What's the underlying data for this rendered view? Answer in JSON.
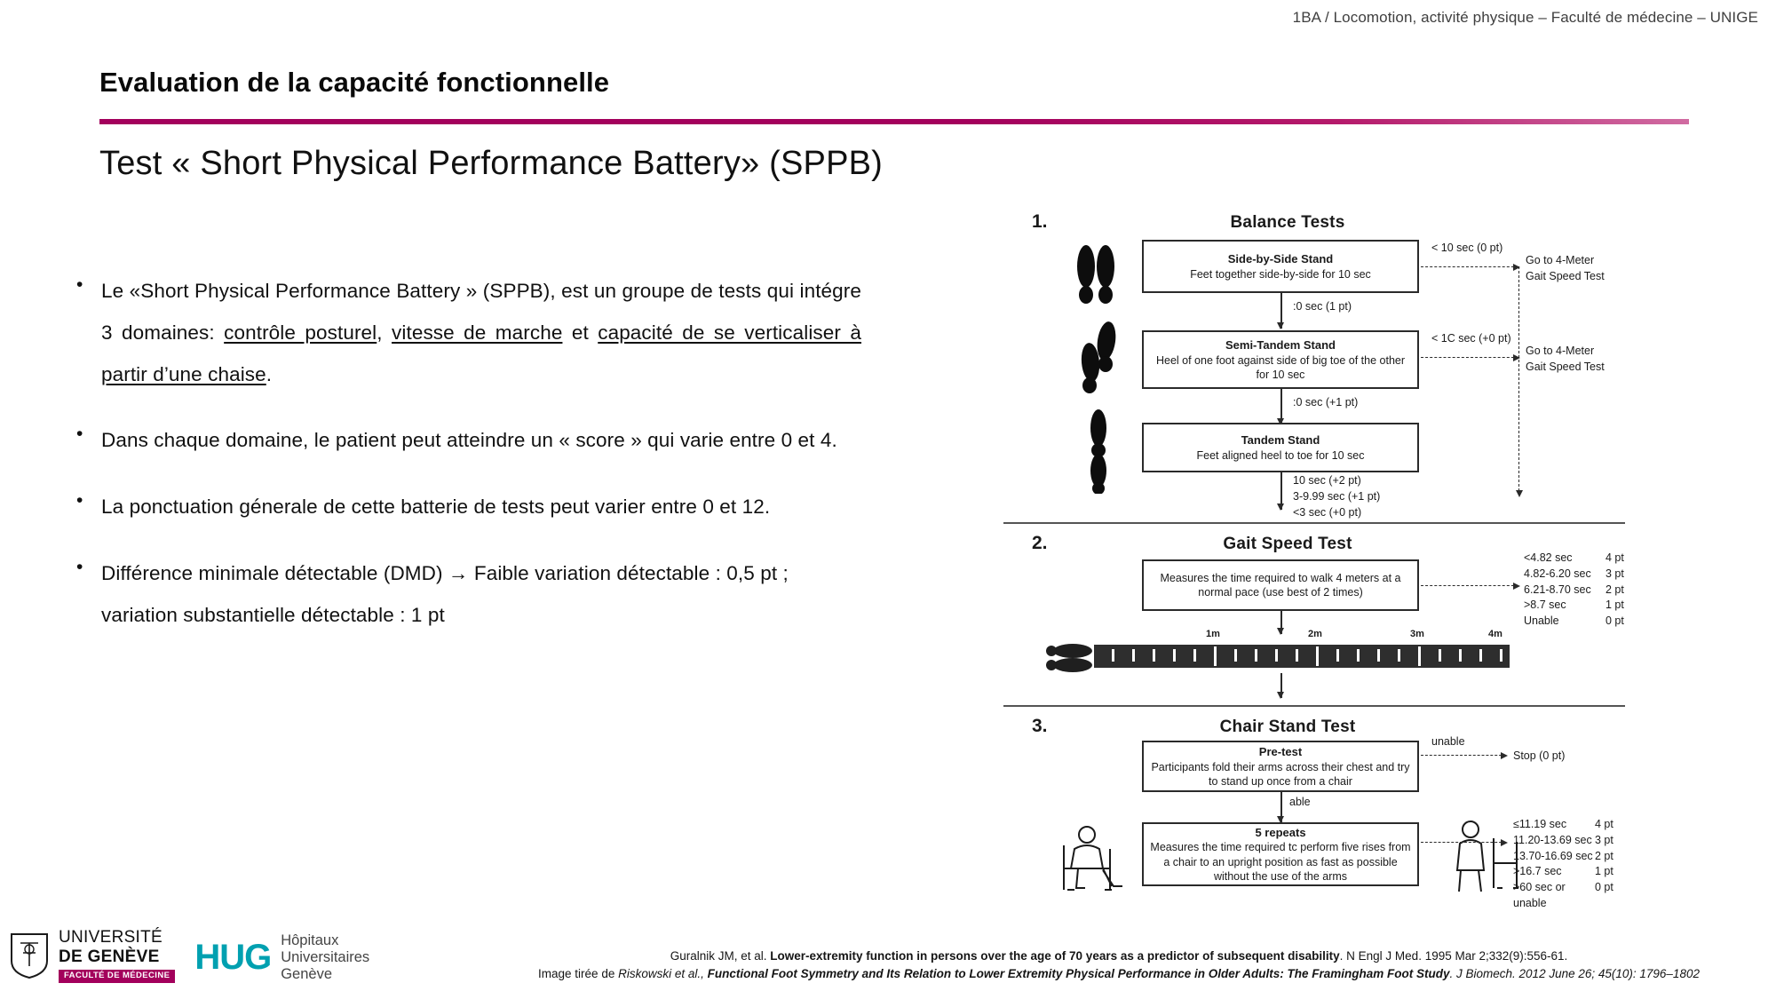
{
  "header": {
    "course_line": "1BA / Locomotion, activité physique – Faculté de médecine – UNIGE"
  },
  "title": "Evaluation de la capacité fonctionnelle",
  "subtitle": "Test « Short Physical Performance Battery» (SPPB)",
  "accent_color": "#a3005c",
  "bullets": [
    {
      "marker": "•",
      "parts": [
        {
          "text": "Le «Short Physical Performance Battery » (SPPB), est un groupe de tests qui intégre 3 domaines: ",
          "underline": false
        },
        {
          "text": "contrôle posturel",
          "underline": true
        },
        {
          "text": ", ",
          "underline": false
        },
        {
          "text": "vitesse de marche",
          "underline": true
        },
        {
          "text": " et ",
          "underline": false
        },
        {
          "text": "capacité de se verticaliser à partir d’une chaise",
          "underline": true
        },
        {
          "text": ".",
          "underline": false
        }
      ]
    },
    {
      "marker": "•",
      "parts": [
        {
          "text": "Dans chaque domaine, le patient peut atteindre un « score » qui varie entre 0 et 4.",
          "underline": false
        }
      ]
    },
    {
      "marker": "•",
      "parts": [
        {
          "text": "La ponctuation génerale de cette batterie de tests peut varier entre 0 et 12.",
          "underline": false
        }
      ]
    },
    {
      "marker": "•",
      "parts": [
        {
          "text": "Différence minimale détectable (DMD) → Faible variation détectable : 0,5 pt ; variation substantielle détectable : 1 pt",
          "underline": false
        }
      ]
    }
  ],
  "figure": {
    "sections": [
      {
        "number": "1.",
        "title": "Balance Tests",
        "boxes": [
          {
            "title": "Side-by-Side Stand",
            "desc": "Feet together side-by-side for 10 sec"
          },
          {
            "title": "Semi-Tandem Stand",
            "desc": "Heel of one foot against side of big toe of the\nother for 10 sec"
          },
          {
            "title": "Tandem Stand",
            "desc": "Feet aligned heel to toe for 10 sec"
          }
        ],
        "flow_notes": [
          ":0 sec (1 pt)",
          ":0 sec (+1 pt)",
          "10 sec (+2 pt)\n3-9.99 sec (+1 pt)\n<3 sec (+0 pt)"
        ],
        "exit_notes": [
          "< 10 sec (0 pt)",
          "< 1C sec (+0 pt)"
        ],
        "exit_targets": [
          "Go to 4-Meter\nGait Speed Test",
          "Go to 4-Meter\nGait Speed Test"
        ]
      },
      {
        "number": "2.",
        "title": "Gait Speed Test",
        "boxes": [
          {
            "title": "",
            "desc": "Measures the time required to walk\n4 meters at a normal pace (use best of 2 times)"
          }
        ],
        "ruler_labels": [
          "1m",
          "2m",
          "3m",
          "4m"
        ],
        "score_table": [
          {
            "cond": "<4.82 sec",
            "pts": "4 pt"
          },
          {
            "cond": "4.82-6.20 sec",
            "pts": "3 pt"
          },
          {
            "cond": "6.21-8.70 sec",
            "pts": "2 pt"
          },
          {
            "cond": ">8.7 sec",
            "pts": "1 pt"
          },
          {
            "cond": "Unable",
            "pts": "0 pt"
          }
        ]
      },
      {
        "number": "3.",
        "title": "Chair Stand Test",
        "boxes": [
          {
            "title": "Pre-test",
            "desc": "Participants fold their arms across their chest\nand try to stand up once from a chair"
          },
          {
            "title": "5 repeats",
            "desc": "Measures the time required tc perform five rises\nfrom a chair to an upright position as fast as\npossible without the use of the arms"
          }
        ],
        "flow_notes": [
          "able"
        ],
        "exit_notes": [
          "unable"
        ],
        "exit_targets": [
          "Stop (0 pt)"
        ],
        "score_table": [
          {
            "cond": "≤11.19 sec",
            "pts": "4 pt"
          },
          {
            "cond": "11.20-13.69 sec",
            "pts": "3 pt"
          },
          {
            "cond": "13.70-16.69 sec",
            "pts": "2 pt"
          },
          {
            "cond": ">16.7 sec",
            "pts": "1 pt"
          },
          {
            "cond": ">60 sec or unable",
            "pts": "0 pt"
          }
        ]
      }
    ]
  },
  "logos": {
    "unige": {
      "line1": "UNIVERSITÉ",
      "line2": "DE GENÈVE",
      "badge": "FACULTÉ DE MÉDECINE"
    },
    "hug": {
      "mark": "HUG",
      "line1": "Hôpitaux",
      "line2": "Universitaires",
      "line3": "Genève",
      "color": "#00a0b0"
    }
  },
  "citation": {
    "line1_a": "Guralnik JM, et al. ",
    "line1_b": "Lower-extremity function in persons over the age of 70 years as a predictor of subsequent disability",
    "line1_c": ". N Engl J Med. 1995 Mar 2;332(9):556-61.",
    "line2_a": "Image tirée de ",
    "line2_b": "Riskowski et al.,",
    "line2_c": " Functional Foot Symmetry and Its Relation to Lower Extremity Physical Performance in Older Adults: The Framingham Foot Study",
    "line2_d": ". J Biomech. 2012 June 26; 45(10): 1796–1802"
  }
}
